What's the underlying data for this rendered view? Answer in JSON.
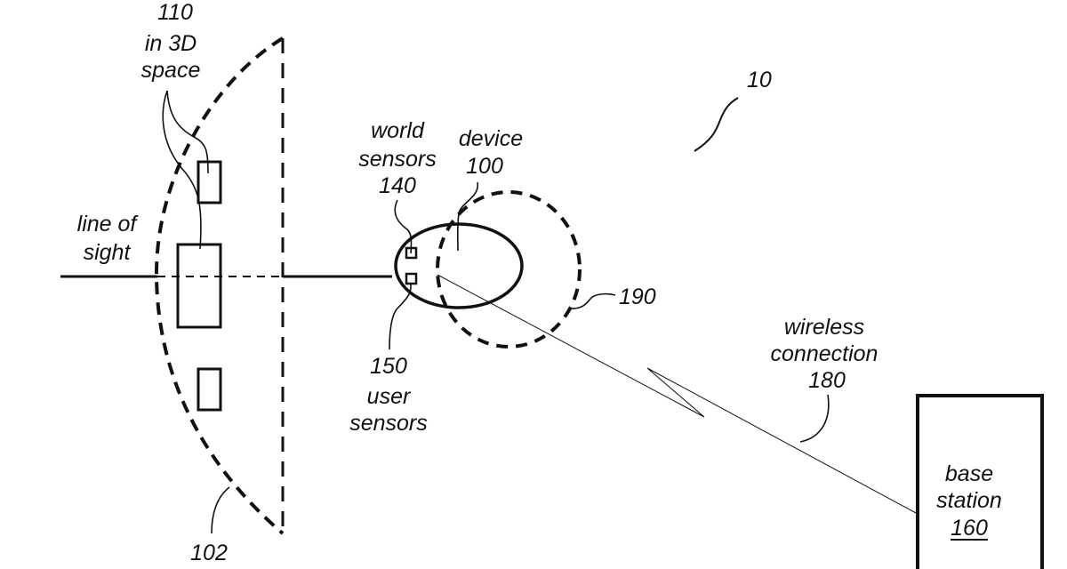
{
  "figure_number": "10",
  "colors": {
    "ink": "#111111",
    "background": "#ffffff"
  },
  "labels": {
    "objects": {
      "line1": "110",
      "line2": "in 3D",
      "line3": "space"
    },
    "line_of_sight": {
      "line1": "line of",
      "line2": "sight"
    },
    "world_sensors": {
      "line1": "world",
      "line2": "sensors",
      "line3": "140"
    },
    "device": {
      "line1": "device",
      "line2": "100"
    },
    "user_sensors": {
      "line1": "150",
      "line2": "user",
      "line3": "sensors"
    },
    "field_of_view": "102",
    "region": "190",
    "wireless_connection": {
      "line1": "wireless",
      "line2": "connection",
      "line3": "180"
    },
    "base_station": {
      "line1": "base",
      "line2": "station",
      "line3": "160"
    }
  }
}
